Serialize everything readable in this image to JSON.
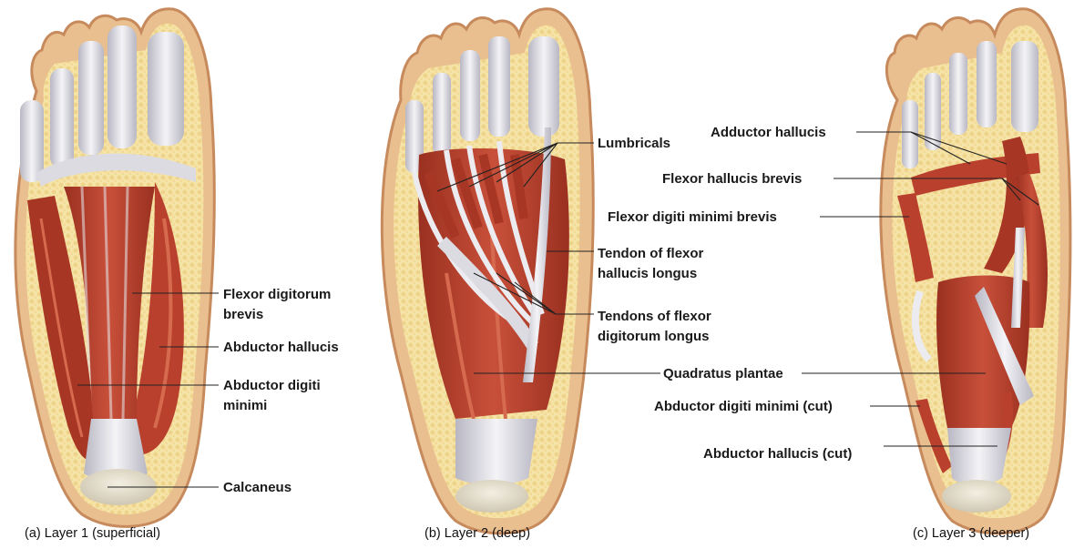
{
  "panels": [
    {
      "caption": "(a) Layer 1 (superficial)"
    },
    {
      "caption": "(b) Layer 2 (deep)"
    },
    {
      "caption": "(c) Layer 3 (deeper)"
    }
  ],
  "labels": {
    "flexor_digitorum_brevis_1": "Flexor digitorum",
    "flexor_digitorum_brevis_2": "brevis",
    "abductor_hallucis": "Abductor hallucis",
    "abductor_digiti_minimi_1": "Abductor digiti",
    "abductor_digiti_minimi_2": "minimi",
    "calcaneus": "Calcaneus",
    "lumbricals": "Lumbricals",
    "tendon_fhl_1": "Tendon of flexor",
    "tendon_fhl_2": "hallucis longus",
    "tendons_fdl_1": "Tendons of flexor",
    "tendons_fdl_2": "digitorum longus",
    "quadratus_plantae": "Quadratus plantae",
    "adductor_hallucis": "Adductor hallucis",
    "flexor_hallucis_brevis": "Flexor hallucis brevis",
    "flexor_digiti_minimi_brevis": "Flexor digiti minimi  brevis",
    "abductor_digiti_minimi_cut": "Abductor digiti minimi (cut)",
    "abductor_hallucis_cut": "Abductor hallucis (cut)"
  },
  "colors": {
    "skin": "#e9bf8f",
    "skin_edge": "#c78a5c",
    "fat": "#f6e3a6",
    "muscle": "#b9402c",
    "muscle_dark": "#8e2a1c",
    "muscle_light": "#d66a4e",
    "tendon": "#e7e6ea",
    "tendon_shade": "#b9b8c2"
  }
}
